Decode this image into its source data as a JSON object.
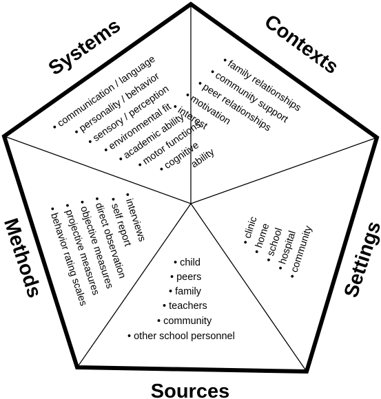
{
  "sections": {
    "systems": {
      "title": "Systems",
      "items": [
        "• communication / language",
        "• personality / behavior",
        "• sensory / perception",
        "• environmental fit",
        "• academic ability",
        "• motor functions",
        "• cognitive",
        "ability"
      ]
    },
    "contexts": {
      "title": "Contexts",
      "items": [
        "• family relationships",
        "• community support",
        "• peer relationships",
        "• motivation",
        "• interest"
      ]
    },
    "settings": {
      "title": "Settings",
      "items": [
        "• clinic",
        "• home",
        "• school",
        "• hospital",
        "• community"
      ]
    },
    "sources": {
      "title": "Sources",
      "items": [
        "• child",
        "• peers",
        "• family",
        "• teachers",
        "• community",
        "• other school personnel"
      ]
    },
    "methods": {
      "title": "Methods",
      "items": [
        "• interviews",
        "• self report",
        "• direct observation",
        "• objective measures",
        "• projective measures",
        "• behavior rating scales"
      ]
    }
  }
}
